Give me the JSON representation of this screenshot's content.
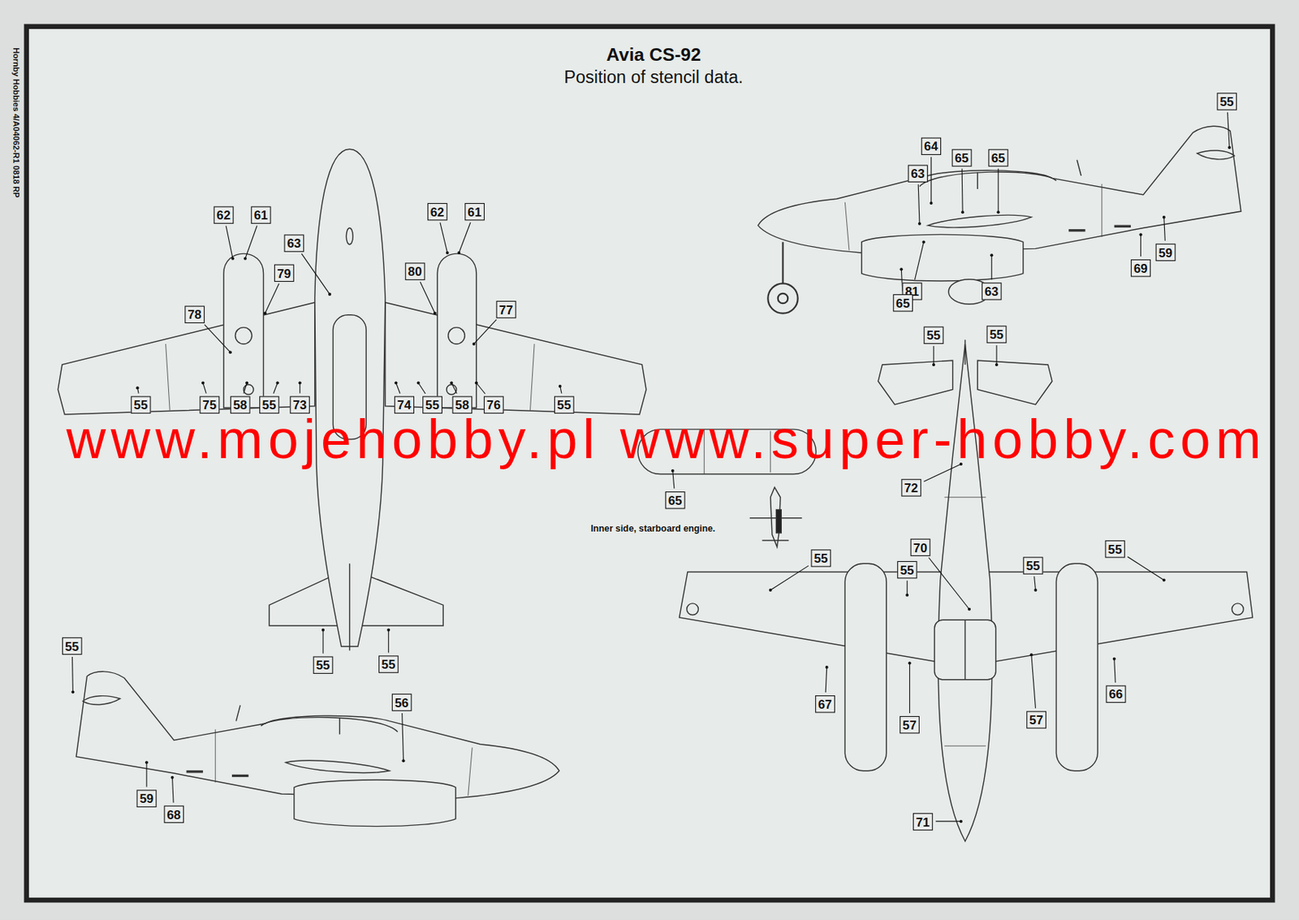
{
  "diagram": {
    "title": "Avia CS-92",
    "labels": [
      "Hornby Hobbies 4/A04062-R1 0818 RP",
      "Position of stencil data.",
      "55",
      "64",
      "65",
      "65",
      "63",
      "62",
      "61",
      "62",
      "61",
      "63",
      "59",
      "69",
      "80",
      "79",
      "81",
      "63",
      "65",
      "77",
      "78",
      "55",
      "55",
      "73",
      "74",
      "76",
      "55",
      "55",
      "75",
      "55",
      "55",
      "58",
      "58",
      "72",
      "65",
      "Inner side, starboard engine.",
      "70",
      "55",
      "55",
      "55",
      "55",
      "55",
      "55",
      "55",
      "66",
      "56",
      "67",
      "57",
      "57",
      "59",
      "68",
      "71",
      "www.mojehobby.pl www.super-hobby.com"
    ]
  }
}
